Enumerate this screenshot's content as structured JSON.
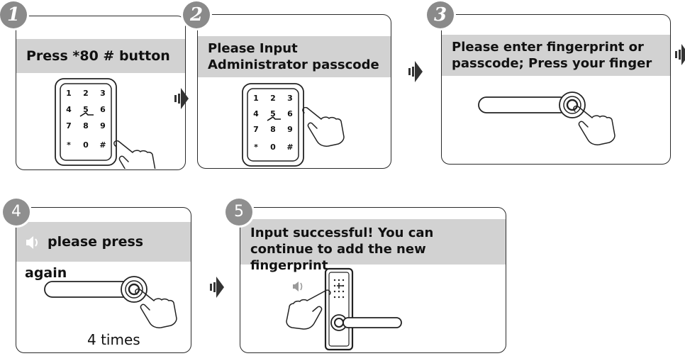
{
  "steps": [
    {
      "number": "1",
      "text": "Press *80 # button"
    },
    {
      "number": "2",
      "text": "Please Input Administrator passcode"
    },
    {
      "number": "3",
      "text": "Please enter fingerprint or passcode; Press your finger"
    },
    {
      "number": "4",
      "text": "please press again",
      "caption": "4 times"
    },
    {
      "number": "5",
      "text": "Input successful! You can continue to add the new fingerprint"
    }
  ],
  "keypad": {
    "rows": [
      [
        "1",
        "2",
        "3"
      ],
      [
        "4",
        "5",
        "6"
      ],
      [
        "7",
        "8",
        "9"
      ],
      [
        "*",
        "0",
        "#"
      ]
    ]
  },
  "icons": [
    "speaker-icon",
    "next-arrow-icon",
    "hand-pointer-icon"
  ]
}
